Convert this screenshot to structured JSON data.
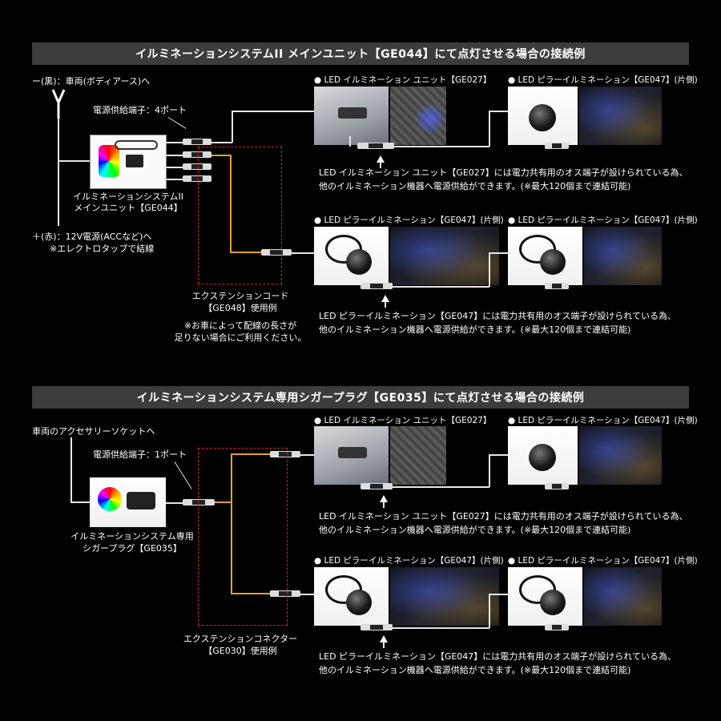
{
  "section1": {
    "header": "イルミネーションシステムII メインユニット【GE044】にて点灯させる場合の接続例",
    "ground_label": "ー(黒)：車両(ボディアース)へ",
    "power_port_label": "電源供給端子：4ポート",
    "main_unit_label": [
      "イルミネーションシステムII",
      "メインユニット【GE044】"
    ],
    "power_label": [
      "＋(赤)：12V電源(ACCなど)へ",
      "※エレクトロタップで結線"
    ],
    "extension_label": [
      "エクステンションコード",
      "【GE048】使用例"
    ],
    "extension_note": [
      "※お車によって配線の長さが",
      "足りない場合にご利用ください。"
    ],
    "products": {
      "top_left": "● LED イルミネーション ユニット【GE027】",
      "top_right": "● LED ピラーイルミネーション【GE047】(片側)",
      "bottom_left": "● LED ピラーイルミネーション【GE047】(片側)",
      "bottom_right": "● LED ピラーイルミネーション【GE047】(片側)"
    },
    "note_top": [
      "LED イルミネーション ユニット【GE027】には電力共有用のオス端子が設けられている為、",
      "他のイルミネーション機器へ電源供給ができます。(※最大120個まで連結可能)"
    ],
    "note_bottom": [
      "LED ピラーイルミネーション【GE047】には電力共有用のオス端子が設けられている為、",
      "他のイルミネーション機器へ電源供給ができます。(※最大120個まで連結可能)"
    ]
  },
  "section2": {
    "header": "イルミネーションシステム専用シガープラグ【GE035】にて点灯させる場合の接続例",
    "socket_label": "車両のアクセサリーソケットへ",
    "power_port_label": "電源供給端子：1ポート",
    "plug_label": [
      "イルミネーションシステム専用",
      "シガープラグ【GE035】"
    ],
    "extension_label": [
      "エクステンションコネクター",
      "【GE030】使用例"
    ],
    "products": {
      "top_left": "● LED イルミネーション ユニット【GE027】",
      "top_right": "● LED ピラーイルミネーション【GE047】(片側)",
      "bottom_left": "● LED ピラーイルミネーション【GE047】(片側)",
      "bottom_right": "● LED ピラーイルミネーション【GE047】(片側)"
    },
    "note_top": [
      "LED イルミネーション ユニット【GE027】には電力共有用のオス端子が設けられている為、",
      "他のイルミネーション機器へ電源供給ができます。(※最大120個まで連結可能)"
    ],
    "note_bottom": [
      "LED ピラーイルミネーション【GE047】には電力共有用のオス端子が設けられている為、",
      "他のイルミネーション機器へ電源供給ができます。(※最大120個まで連結可能)"
    ]
  },
  "colors": {
    "header_bg": "#3c3c3c",
    "wire": "#e6e6e6",
    "extension_wire": "#e3a321",
    "dashed_box": "#d3202a"
  }
}
